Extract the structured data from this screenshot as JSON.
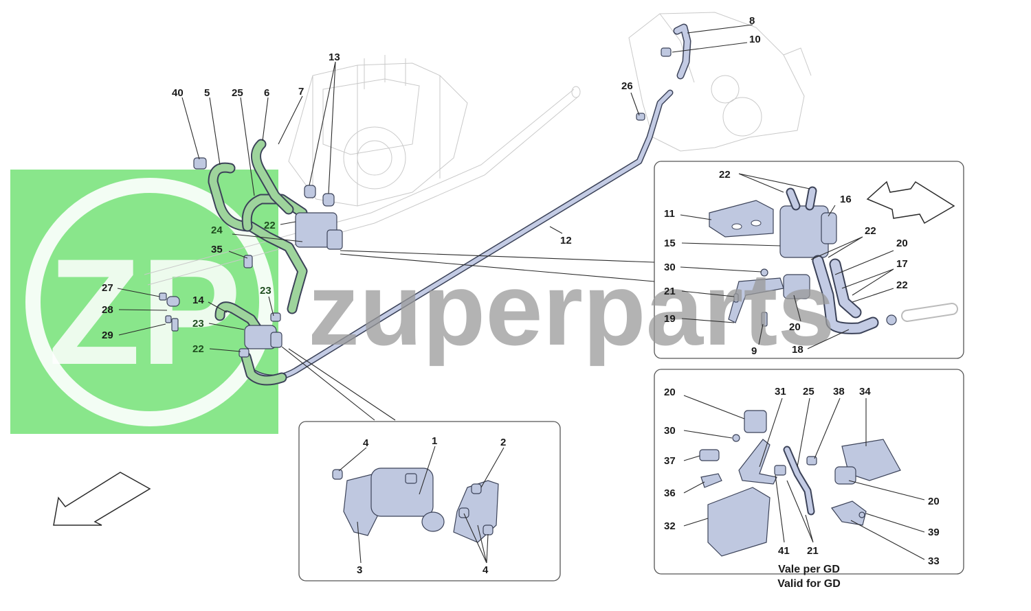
{
  "watermark": {
    "brand": "zuperparts",
    "logo_letters": "ZP",
    "color": "#6fe070"
  },
  "colors": {
    "hose_blue": "#c3cbe4",
    "hose_green": "#9ed49c",
    "outline": "#3b4258"
  },
  "footer": {
    "line1": "Vale per GD",
    "line2": "Valid for GD"
  },
  "callouts": {
    "main": [
      {
        "id": "c40",
        "text": "40"
      },
      {
        "id": "c5",
        "text": "5"
      },
      {
        "id": "c25",
        "text": "25"
      },
      {
        "id": "c6",
        "text": "6"
      },
      {
        "id": "c7",
        "text": "7"
      },
      {
        "id": "c13",
        "text": "13"
      },
      {
        "id": "c22a",
        "text": "22"
      },
      {
        "id": "c24",
        "text": "24"
      },
      {
        "id": "c35",
        "text": "35"
      },
      {
        "id": "c27",
        "text": "27"
      },
      {
        "id": "c28",
        "text": "28"
      },
      {
        "id": "c29",
        "text": "29"
      },
      {
        "id": "c14",
        "text": "14"
      },
      {
        "id": "c23a",
        "text": "23"
      },
      {
        "id": "c23b",
        "text": "23"
      },
      {
        "id": "c22b",
        "text": "22"
      },
      {
        "id": "c12",
        "text": "12"
      },
      {
        "id": "c8",
        "text": "8"
      },
      {
        "id": "c10",
        "text": "10"
      },
      {
        "id": "c26",
        "text": "26"
      }
    ],
    "detail_valve": [
      {
        "id": "v22a",
        "text": "22"
      },
      {
        "id": "v16",
        "text": "16"
      },
      {
        "id": "v11",
        "text": "11"
      },
      {
        "id": "v22b",
        "text": "22"
      },
      {
        "id": "v15",
        "text": "15"
      },
      {
        "id": "v20a",
        "text": "20"
      },
      {
        "id": "v30",
        "text": "30"
      },
      {
        "id": "v17",
        "text": "17"
      },
      {
        "id": "v22c",
        "text": "22"
      },
      {
        "id": "v21",
        "text": "21"
      },
      {
        "id": "v19",
        "text": "19"
      },
      {
        "id": "v20b",
        "text": "20"
      },
      {
        "id": "v9",
        "text": "9"
      },
      {
        "id": "v18",
        "text": "18"
      }
    ],
    "detail_pump": [
      {
        "id": "p4a",
        "text": "4"
      },
      {
        "id": "p1",
        "text": "1"
      },
      {
        "id": "p2",
        "text": "2"
      },
      {
        "id": "p3",
        "text": "3"
      },
      {
        "id": "p4b",
        "text": "4"
      }
    ],
    "detail_gd": [
      {
        "id": "g20a",
        "text": "20"
      },
      {
        "id": "g31",
        "text": "31"
      },
      {
        "id": "g25",
        "text": "25"
      },
      {
        "id": "g38",
        "text": "38"
      },
      {
        "id": "g34",
        "text": "34"
      },
      {
        "id": "g30",
        "text": "30"
      },
      {
        "id": "g37",
        "text": "37"
      },
      {
        "id": "g36",
        "text": "36"
      },
      {
        "id": "g20b",
        "text": "20"
      },
      {
        "id": "g39",
        "text": "39"
      },
      {
        "id": "g32",
        "text": "32"
      },
      {
        "id": "g41",
        "text": "41"
      },
      {
        "id": "g21",
        "text": "21"
      },
      {
        "id": "g33",
        "text": "33"
      }
    ]
  }
}
